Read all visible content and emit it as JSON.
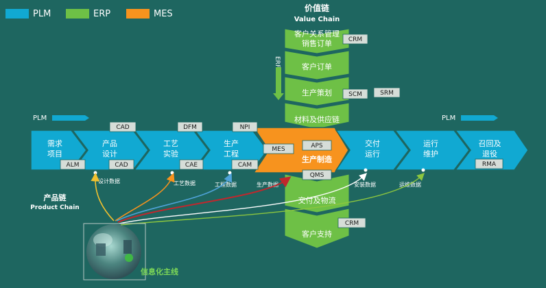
{
  "legend": [
    {
      "label": "PLM",
      "color": "#11a9d2"
    },
    {
      "label": "ERP",
      "color": "#6ec046"
    },
    {
      "label": "MES",
      "color": "#f7931e"
    }
  ],
  "value_chain": {
    "title_cn": "价值链",
    "title_en": "Value Chain",
    "erp_label": "ERP",
    "steps": [
      "客户关系管理\n销售订单",
      "客户订单",
      "生产策划",
      "材料及供应链"
    ],
    "lower_steps": [
      "交付及物流",
      "客户支持"
    ]
  },
  "product_chain": {
    "plm_label_left": "PLM",
    "plm_label_right": "PLM",
    "stages": [
      "需求\n项目",
      "产品\n设计",
      "工艺\n实验",
      "生产\n工程",
      "生产制造",
      "交付\n运行",
      "运行\n维护",
      "召回及\n退役"
    ],
    "title_cn": "产品链",
    "title_en": "Product Chain"
  },
  "tags": {
    "crm_top": "CRM",
    "scm": "SCM",
    "srm": "SRM",
    "cad_top": "CAD",
    "dfm": "DFM",
    "npi": "NPI",
    "alm": "ALM",
    "cad_bottom": "CAD",
    "cae": "CAE",
    "cam": "CAM",
    "mes": "MES",
    "aps": "APS",
    "qms": "QMS",
    "rma": "RMA",
    "crm_bottom": "CRM"
  },
  "flows": {
    "design": "设计数据",
    "process": "工艺数据",
    "engineering": "工程数据",
    "production": "生产数据",
    "install": "安装数据",
    "ops": "运维数据"
  },
  "thread_label": "信息化主线",
  "colors": {
    "background": "#1e6660",
    "plm": "#11a9d2",
    "erp": "#6ec046",
    "mes": "#f7931e",
    "tag_fill": "#d6ddd8",
    "thread_text": "#7ed957"
  }
}
